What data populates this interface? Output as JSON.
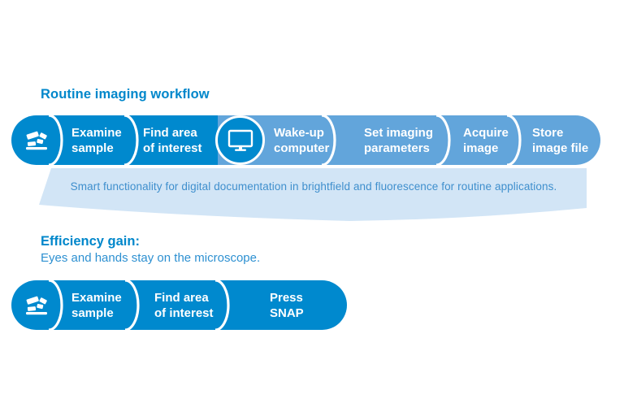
{
  "colors": {
    "dark_blue": "#0089CE",
    "light_blue": "#62A5DB",
    "banner_bg": "#D2E5F6",
    "heading_text": "#0087CB",
    "body_text": "#2D90D1",
    "banner_text": "#3F8FCD",
    "step_label_text": "#FFFFFF",
    "separator": "#FFFFFF"
  },
  "top_workflow": {
    "title": "Routine imaging workflow",
    "start_icon": "specimen-slides-icon",
    "computer_icon": "monitor-icon",
    "steps": [
      {
        "line1": "Examine",
        "line2": "sample"
      },
      {
        "line1": "Find area",
        "line2": "of interest"
      },
      {
        "line1": "Wake-up",
        "line2": "computer"
      },
      {
        "line1": "Set imaging",
        "line2": "parameters"
      },
      {
        "line1": "Acquire",
        "line2": "image"
      },
      {
        "line1": "Store",
        "line2": "image file"
      }
    ],
    "banner": "Smart functionality for digital documentation in brightfield and fluorescence for routine applications."
  },
  "efficiency": {
    "heading": "Efficiency gain:",
    "subtitle": "Eyes and hands stay on the microscope.",
    "start_icon": "specimen-slides-icon",
    "steps": [
      {
        "line1": "Examine",
        "line2": "sample"
      },
      {
        "line1": "Find area",
        "line2": "of interest"
      },
      {
        "line1": "Press",
        "line2": "SNAP"
      }
    ]
  }
}
